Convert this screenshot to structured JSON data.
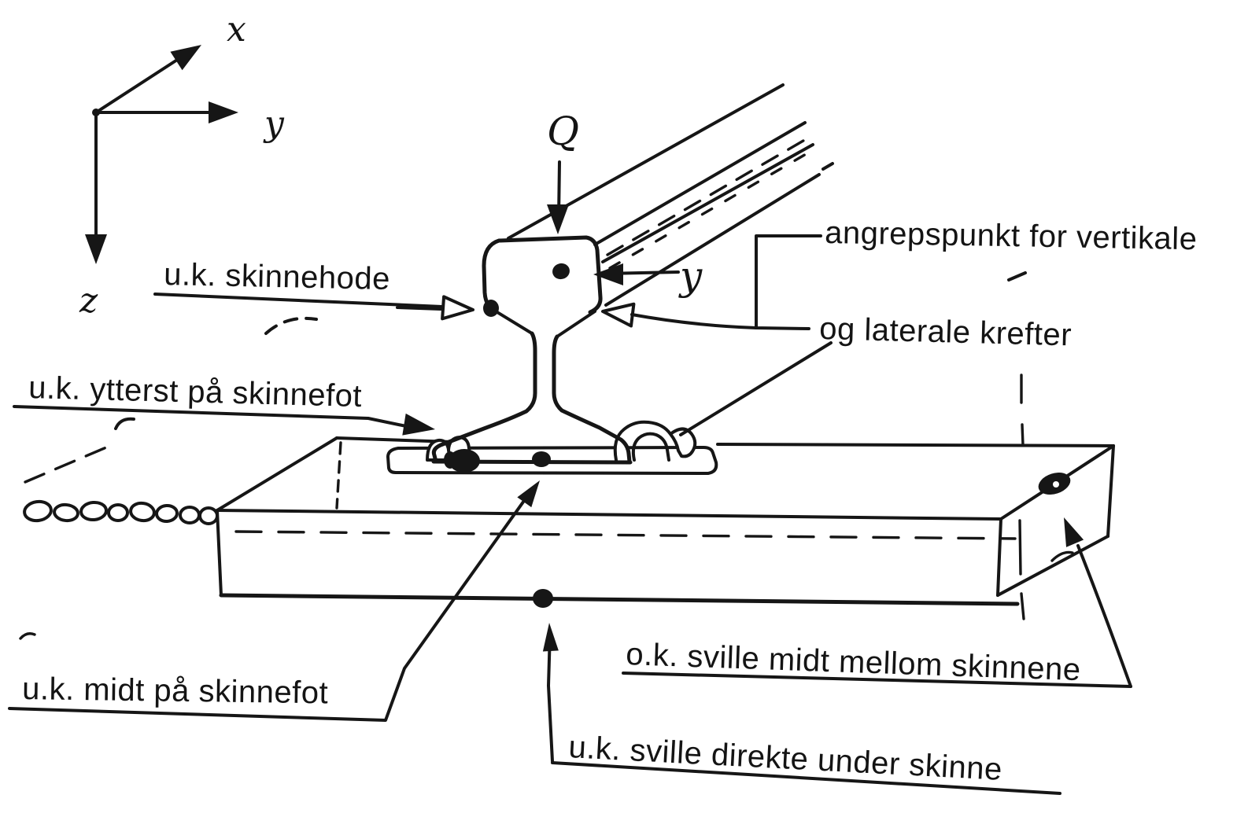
{
  "figure": {
    "title_hint": "rail-on-sleeper force application points (scanned technical figure)",
    "axes": {
      "x": "x",
      "y": "y",
      "z": "z"
    },
    "forces": {
      "vertical": "Q",
      "lateral": "y"
    },
    "callouts": {
      "railhead": "u.k. skinnehode",
      "foot_outer": "u.k. ytterst på skinnefot",
      "foot_mid": "u.k. midt på skinnefot",
      "attack_point_line1": "angrepspunkt for vertikale",
      "attack_point_line2": "og laterale krefter",
      "sleeper_top_mid": "o.k. sville midt mellom skinnene",
      "sleeper_bottom_under_rail": "u.k. sville direkte under skinne"
    },
    "colors": {
      "ink": "#161616",
      "paper": "#ffffff"
    }
  }
}
